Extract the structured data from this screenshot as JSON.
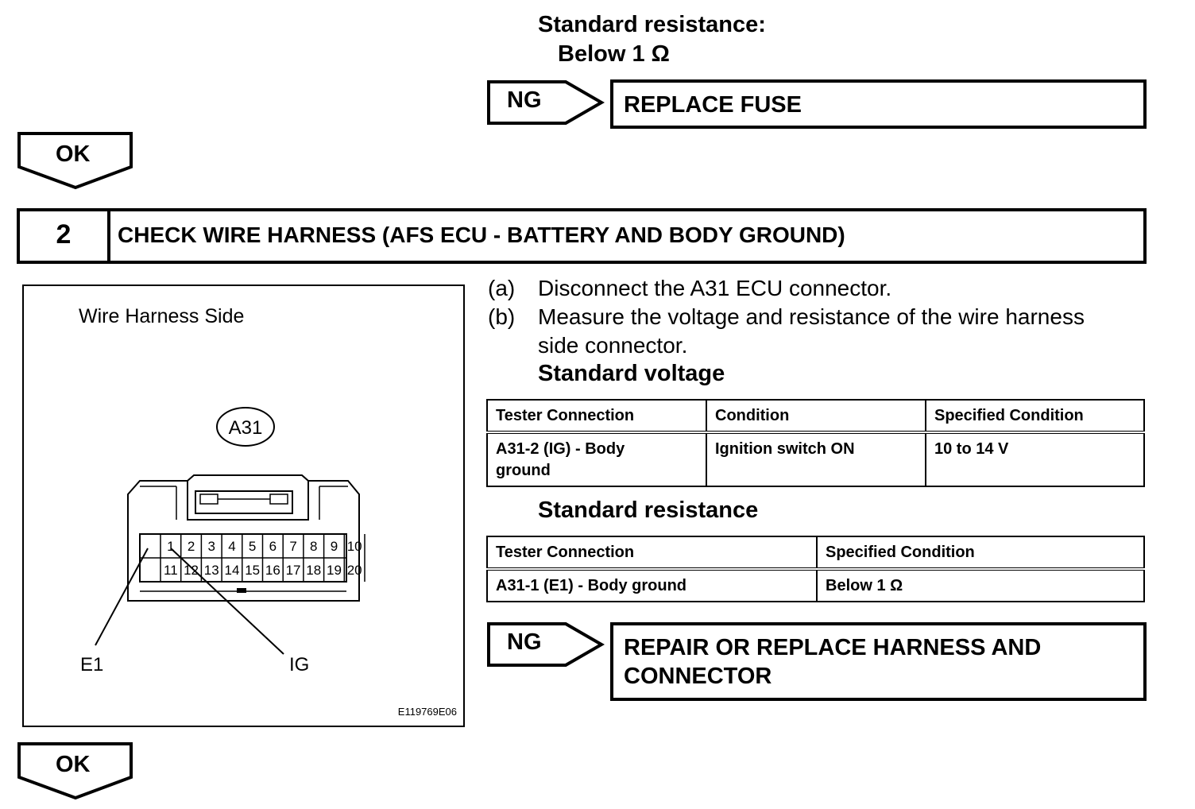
{
  "top": {
    "std_resistance_title": "Standard resistance:",
    "std_resistance_value": "Below 1 Ω"
  },
  "ng1": {
    "badge": "NG",
    "action": "REPLACE FUSE"
  },
  "ok1": {
    "label": "OK"
  },
  "step": {
    "number": "2",
    "title": "CHECK WIRE HARNESS (AFS ECU - BATTERY AND BODY GROUND)"
  },
  "diagram": {
    "side_label": "Wire Harness Side",
    "connector_id": "A31",
    "pins_row1": [
      "1",
      "2",
      "3",
      "4",
      "5",
      "6",
      "7",
      "8",
      "9",
      "10"
    ],
    "pins_row2": [
      "11",
      "12",
      "13",
      "14",
      "15",
      "16",
      "17",
      "18",
      "19",
      "20"
    ],
    "label_e1": "E1",
    "label_ig": "IG",
    "figure_code": "E119769E06"
  },
  "instructions": {
    "a_marker": "(a)",
    "a_text": "Disconnect the A31 ECU connector.",
    "b_marker": "(b)",
    "b_text_line1": "Measure the voltage and resistance of the wire harness",
    "b_text_line2": "side connector."
  },
  "voltage": {
    "title": "Standard voltage",
    "headers": [
      "Tester Connection",
      "Condition",
      "Specified Condition"
    ],
    "row": {
      "connection_line1": "A31-2 (IG) - Body",
      "connection_line2": "ground",
      "condition": "Ignition switch ON",
      "specified": "10 to 14 V"
    }
  },
  "resistance": {
    "title": "Standard resistance",
    "headers": [
      "Tester Connection",
      "Specified Condition"
    ],
    "row": {
      "connection": "A31-1 (E1) - Body ground",
      "specified": "Below 1 Ω"
    }
  },
  "ng2": {
    "badge": "NG",
    "action_line1": "REPAIR OR REPLACE HARNESS AND",
    "action_line2": "CONNECTOR"
  },
  "ok2": {
    "label": "OK"
  }
}
